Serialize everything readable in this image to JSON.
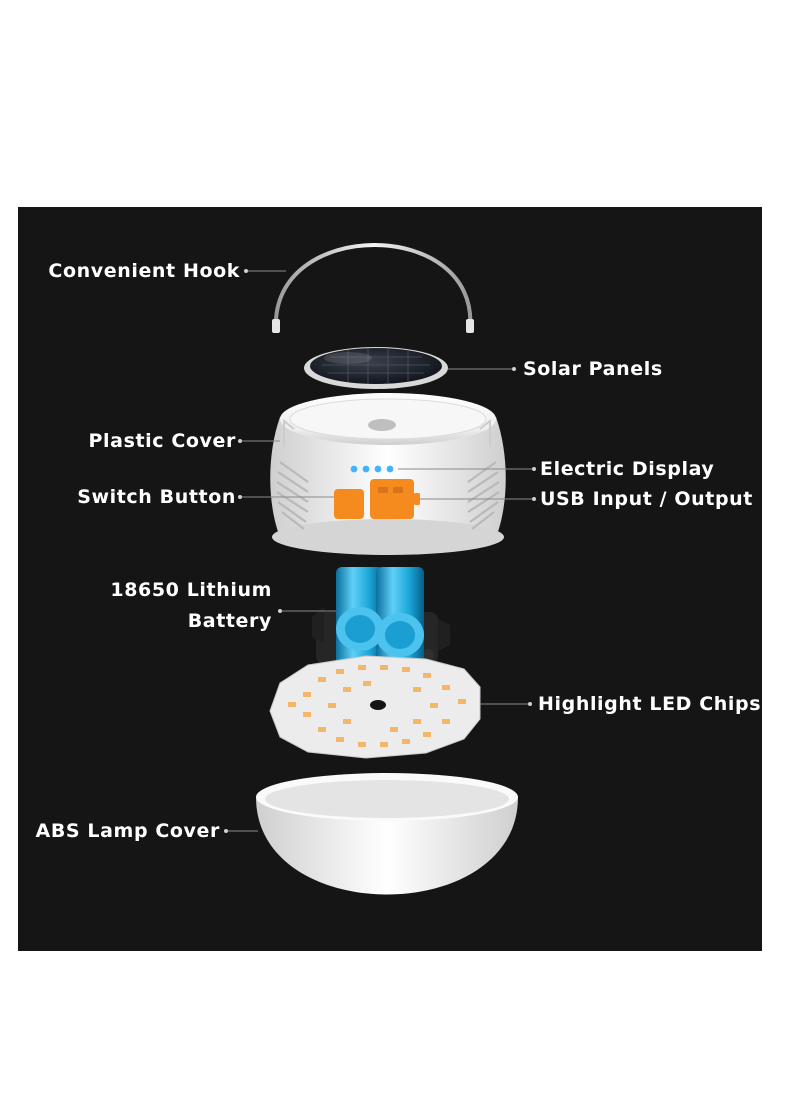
{
  "labels": {
    "hook": "Convenient Hook",
    "solar": "Solar Panels",
    "plastic_cover": "Plastic Cover",
    "electric_display": "Electric Display",
    "switch_button": "Switch Button",
    "usb": "USB Input / Output",
    "battery_line1": "18650 Lithium",
    "battery_line2": "Battery",
    "led": "Highlight LED Chips",
    "abs_cover": "ABS Lamp Cover"
  },
  "colors": {
    "background": "#151515",
    "accent_orange": "#f58a1f",
    "battery_blue": "#1aa5d8",
    "indicator_blue": "#3fb4ff",
    "white_part": "#f2f2f2"
  }
}
